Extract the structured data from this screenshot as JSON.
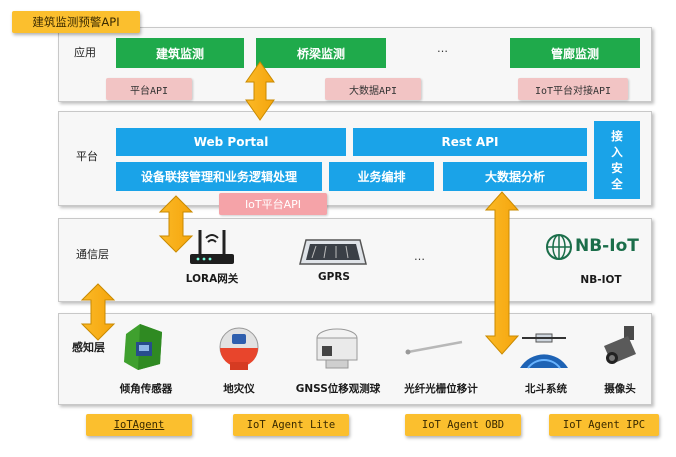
{
  "title_tag": "建筑监测预警API",
  "app_layer": {
    "label": "应用",
    "modules": [
      "建筑监测",
      "桥梁监测",
      "…",
      "管廊监测"
    ],
    "apis": [
      "平台API",
      "大数据API",
      "IoT平台对接API"
    ]
  },
  "platform_layer": {
    "label": "平台",
    "web_portal": "Web Portal",
    "rest_api": "Rest API",
    "access_security": [
      "接",
      "入",
      "安",
      "全"
    ],
    "device_mgmt": "设备联接管理和业务逻辑处理",
    "orchestration": "业务编排",
    "big_data": "大数据分析",
    "iot_api": "IoT平台API"
  },
  "comm_layer": {
    "label": "通信层",
    "items": [
      "LORA网关",
      "GPRS",
      "…",
      "NB-IOT"
    ],
    "nb_logo": "NB-IoT"
  },
  "perception_layer": {
    "label": "感知层",
    "devices": [
      "倾角传感器",
      "地灾仪",
      "GNSS位移观测球",
      "光纤光栅位移计",
      "北斗系统",
      "摄像头"
    ]
  },
  "agents": [
    "IoTAgent",
    "IoT Agent Lite",
    "IoT Agent OBD",
    "IoT Agent IPC"
  ],
  "colors": {
    "green": "#1faa4b",
    "blue": "#1aa3e8",
    "pink": "#f2c4c4",
    "yellow": "#fbbf2e"
  }
}
